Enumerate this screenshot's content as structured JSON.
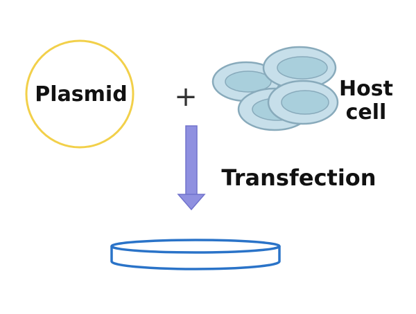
{
  "diagram": {
    "plasmid_label": "Plasmid",
    "plus_symbol": "+",
    "host_label_line1": "Host",
    "host_label_line2": "cell",
    "process_label": "Transfection"
  },
  "colors": {
    "plasmid_outline": "#f2d04a",
    "cell_fill": "#c7dfea",
    "cell_outline": "#88aabb",
    "cell_inner": "#a9cfdc",
    "arrow": "#8f90e0",
    "arrow_outline": "#7072cc",
    "dish_outline": "#2a73c8",
    "text": "#111111"
  }
}
